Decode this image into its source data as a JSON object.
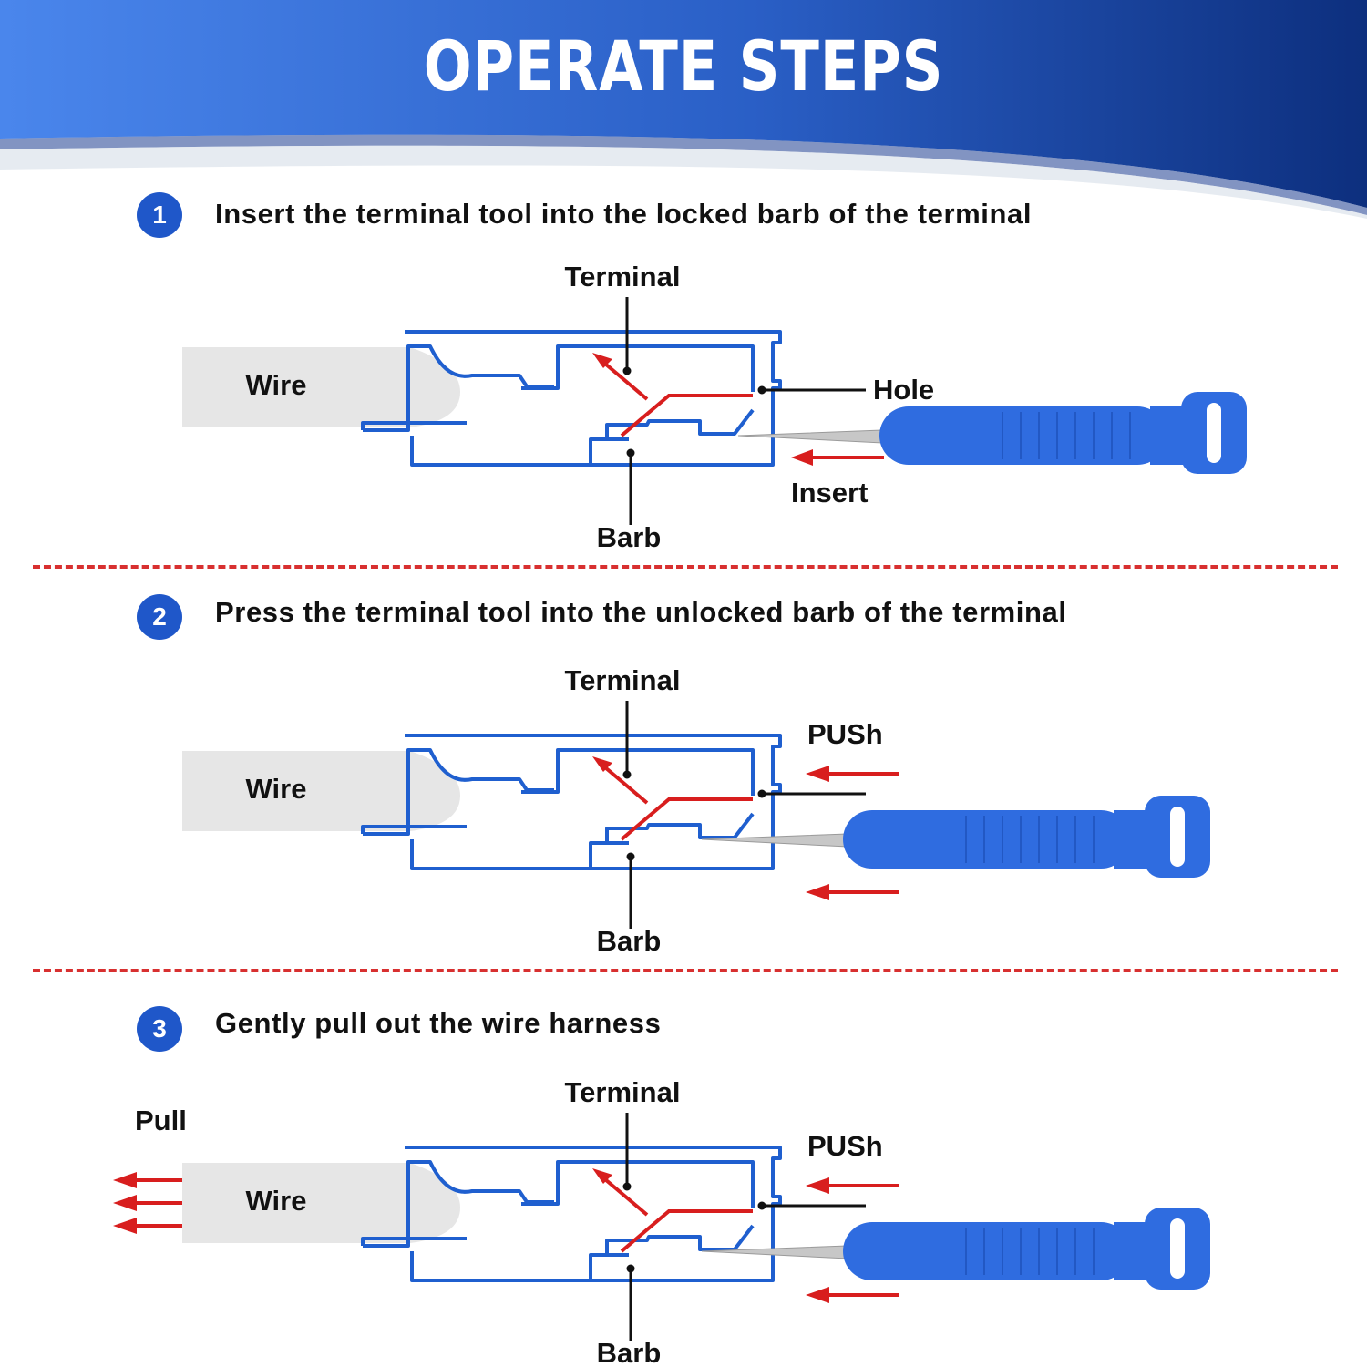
{
  "title": "OPERATE STEPS",
  "labels": {
    "terminal": "Terminal",
    "wire": "Wire",
    "barb": "Barb",
    "hole": "Hole",
    "insert": "Insert",
    "push": "PUSh",
    "pull": "Pull"
  },
  "steps": [
    {
      "number": "1",
      "text": "Insert the terminal tool into the locked barb of the terminal"
    },
    {
      "number": "2",
      "text": "Press the terminal tool into the unlocked barb of the terminal"
    },
    {
      "number": "3",
      "text": "Gently pull out the wire harness"
    }
  ],
  "colors": {
    "banner_light": "#4a86ec",
    "banner_dark": "#0d2f7e",
    "outline_blue": "#1f5fcf",
    "arrow_red": "#d81e1e",
    "handle_blue": "#2f6ce0",
    "wire_gray": "#e6e6e6"
  }
}
